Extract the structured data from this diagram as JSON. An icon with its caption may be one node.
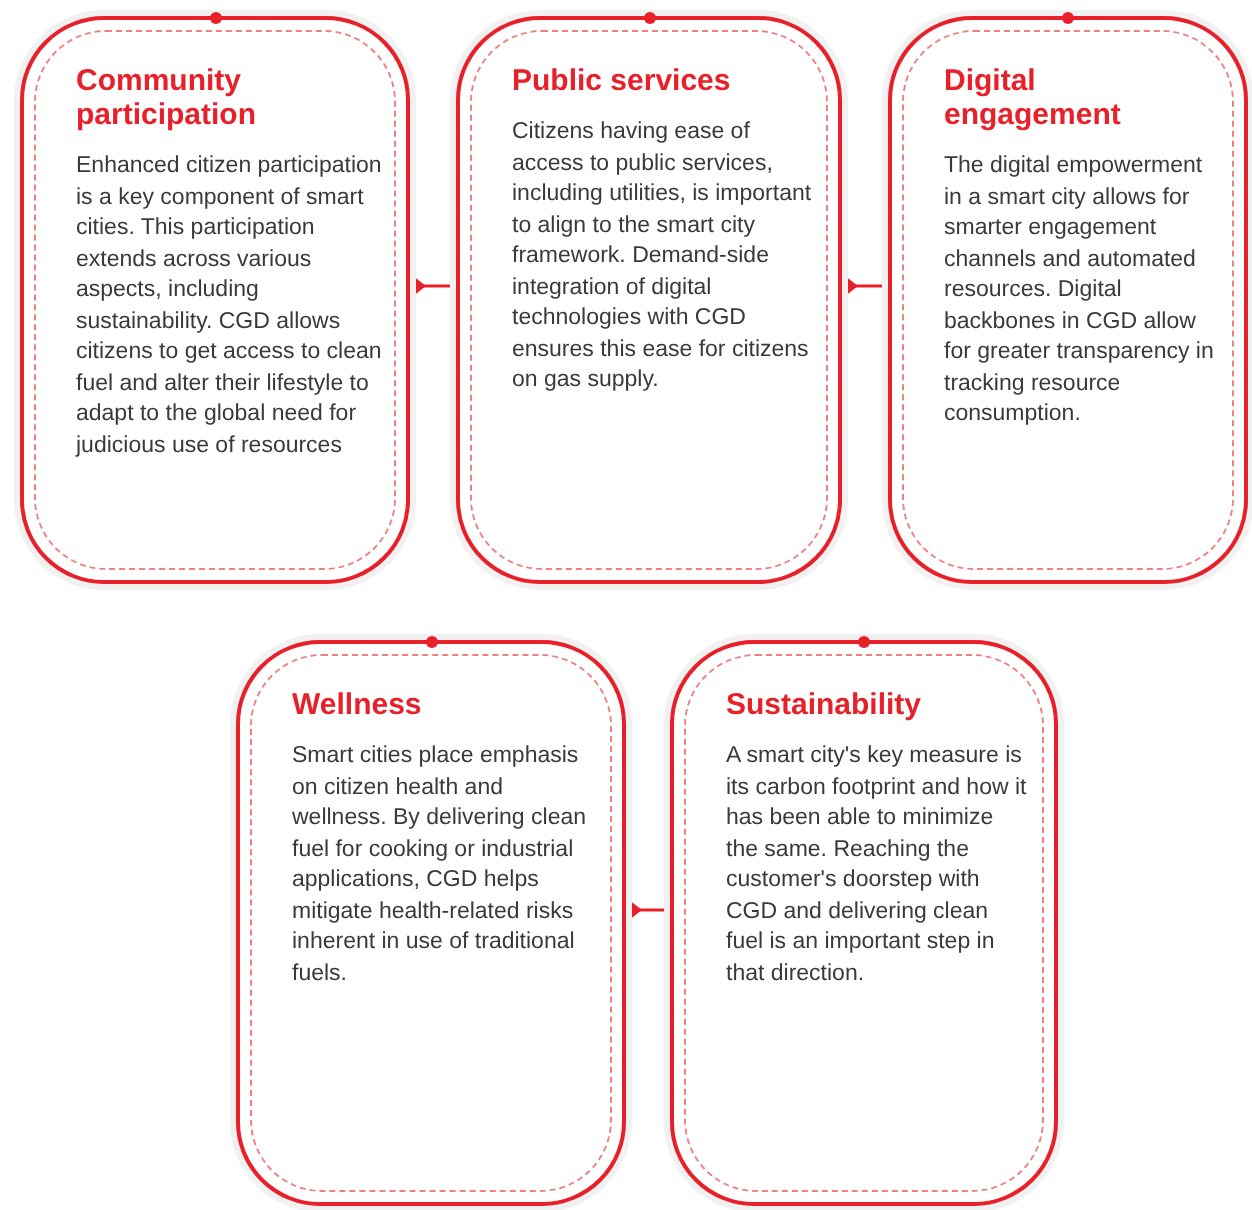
{
  "diagram": {
    "nodes": [
      {
        "text": [
          "Community participation",
          "Enhanced citizen participation is a key component of smart cities. This participation extends across various aspects, including sustainability. CGD allows citizens to get access to clean fuel and alter their lifestyle to adapt to the global need for judicious use of resources"
        ]
      },
      {
        "text": [
          "Public services",
          "Citizens having ease of access to public services, including utilities, is important to align to the smart city framework. Demand-side integration of digital technologies with CGD ensures this ease for citizens on gas supply."
        ]
      },
      {
        "text": [
          "Digital engagement",
          "The digital empowerment in a smart city allows for smarter engagement channels and automated resources. Digital backbones in CGD allow for greater transparency in tracking resource consumption."
        ]
      },
      {
        "text": [
          "Wellness",
          "Smart cities place emphasis on citizen health and wellness. By delivering clean fuel for cooking or industrial applications, CGD helps mitigate health-related risks inherent in use of traditional fuels."
        ]
      },
      {
        "text": [
          "Sustainability",
          "A smart city's key measure is its carbon footprint and how it has been able to minimize the same. Reaching the customer's doorstep with CGD and delivering clean fuel is an important step in that direction."
        ]
      }
    ],
    "edges": [
      {
        "from": 0,
        "to": 1,
        "arrow": "other"
      },
      {
        "from": 1,
        "to": 2,
        "arrow": "other"
      },
      {
        "from": 3,
        "to": 4,
        "arrow": "other"
      }
    ]
  }
}
